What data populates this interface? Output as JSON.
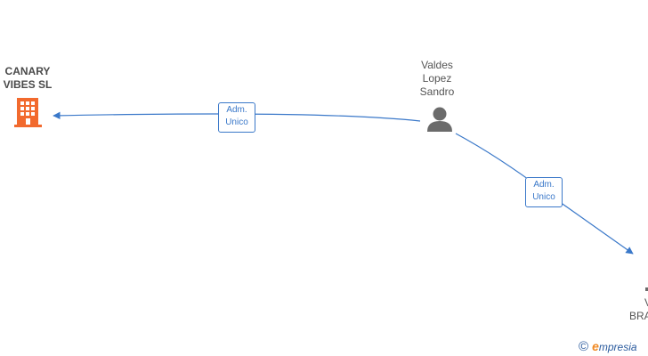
{
  "nodes": {
    "company_left": {
      "lines": [
        "CANARY",
        "VIBES  SL"
      ],
      "icon": "building-icon",
      "color": "#f26a2e"
    },
    "person": {
      "lines": [
        "Valdes",
        "Lopez",
        "Sandro"
      ],
      "icon": "person-icon",
      "color": "#6b6b6b"
    },
    "company_bottom_right": {
      "lines": [
        "V",
        "BRA"
      ],
      "icon": "building-icon",
      "color": "#6b6b6b"
    }
  },
  "edges": {
    "to_canary": {
      "lines": [
        "Adm.",
        "Unico"
      ]
    },
    "to_bottom": {
      "lines": [
        "Adm.",
        "Unico"
      ]
    }
  },
  "colors": {
    "edge": "#3a78c9"
  },
  "footer": {
    "symbol": "©",
    "brand_initial": "e",
    "brand_rest": "mpresia"
  }
}
